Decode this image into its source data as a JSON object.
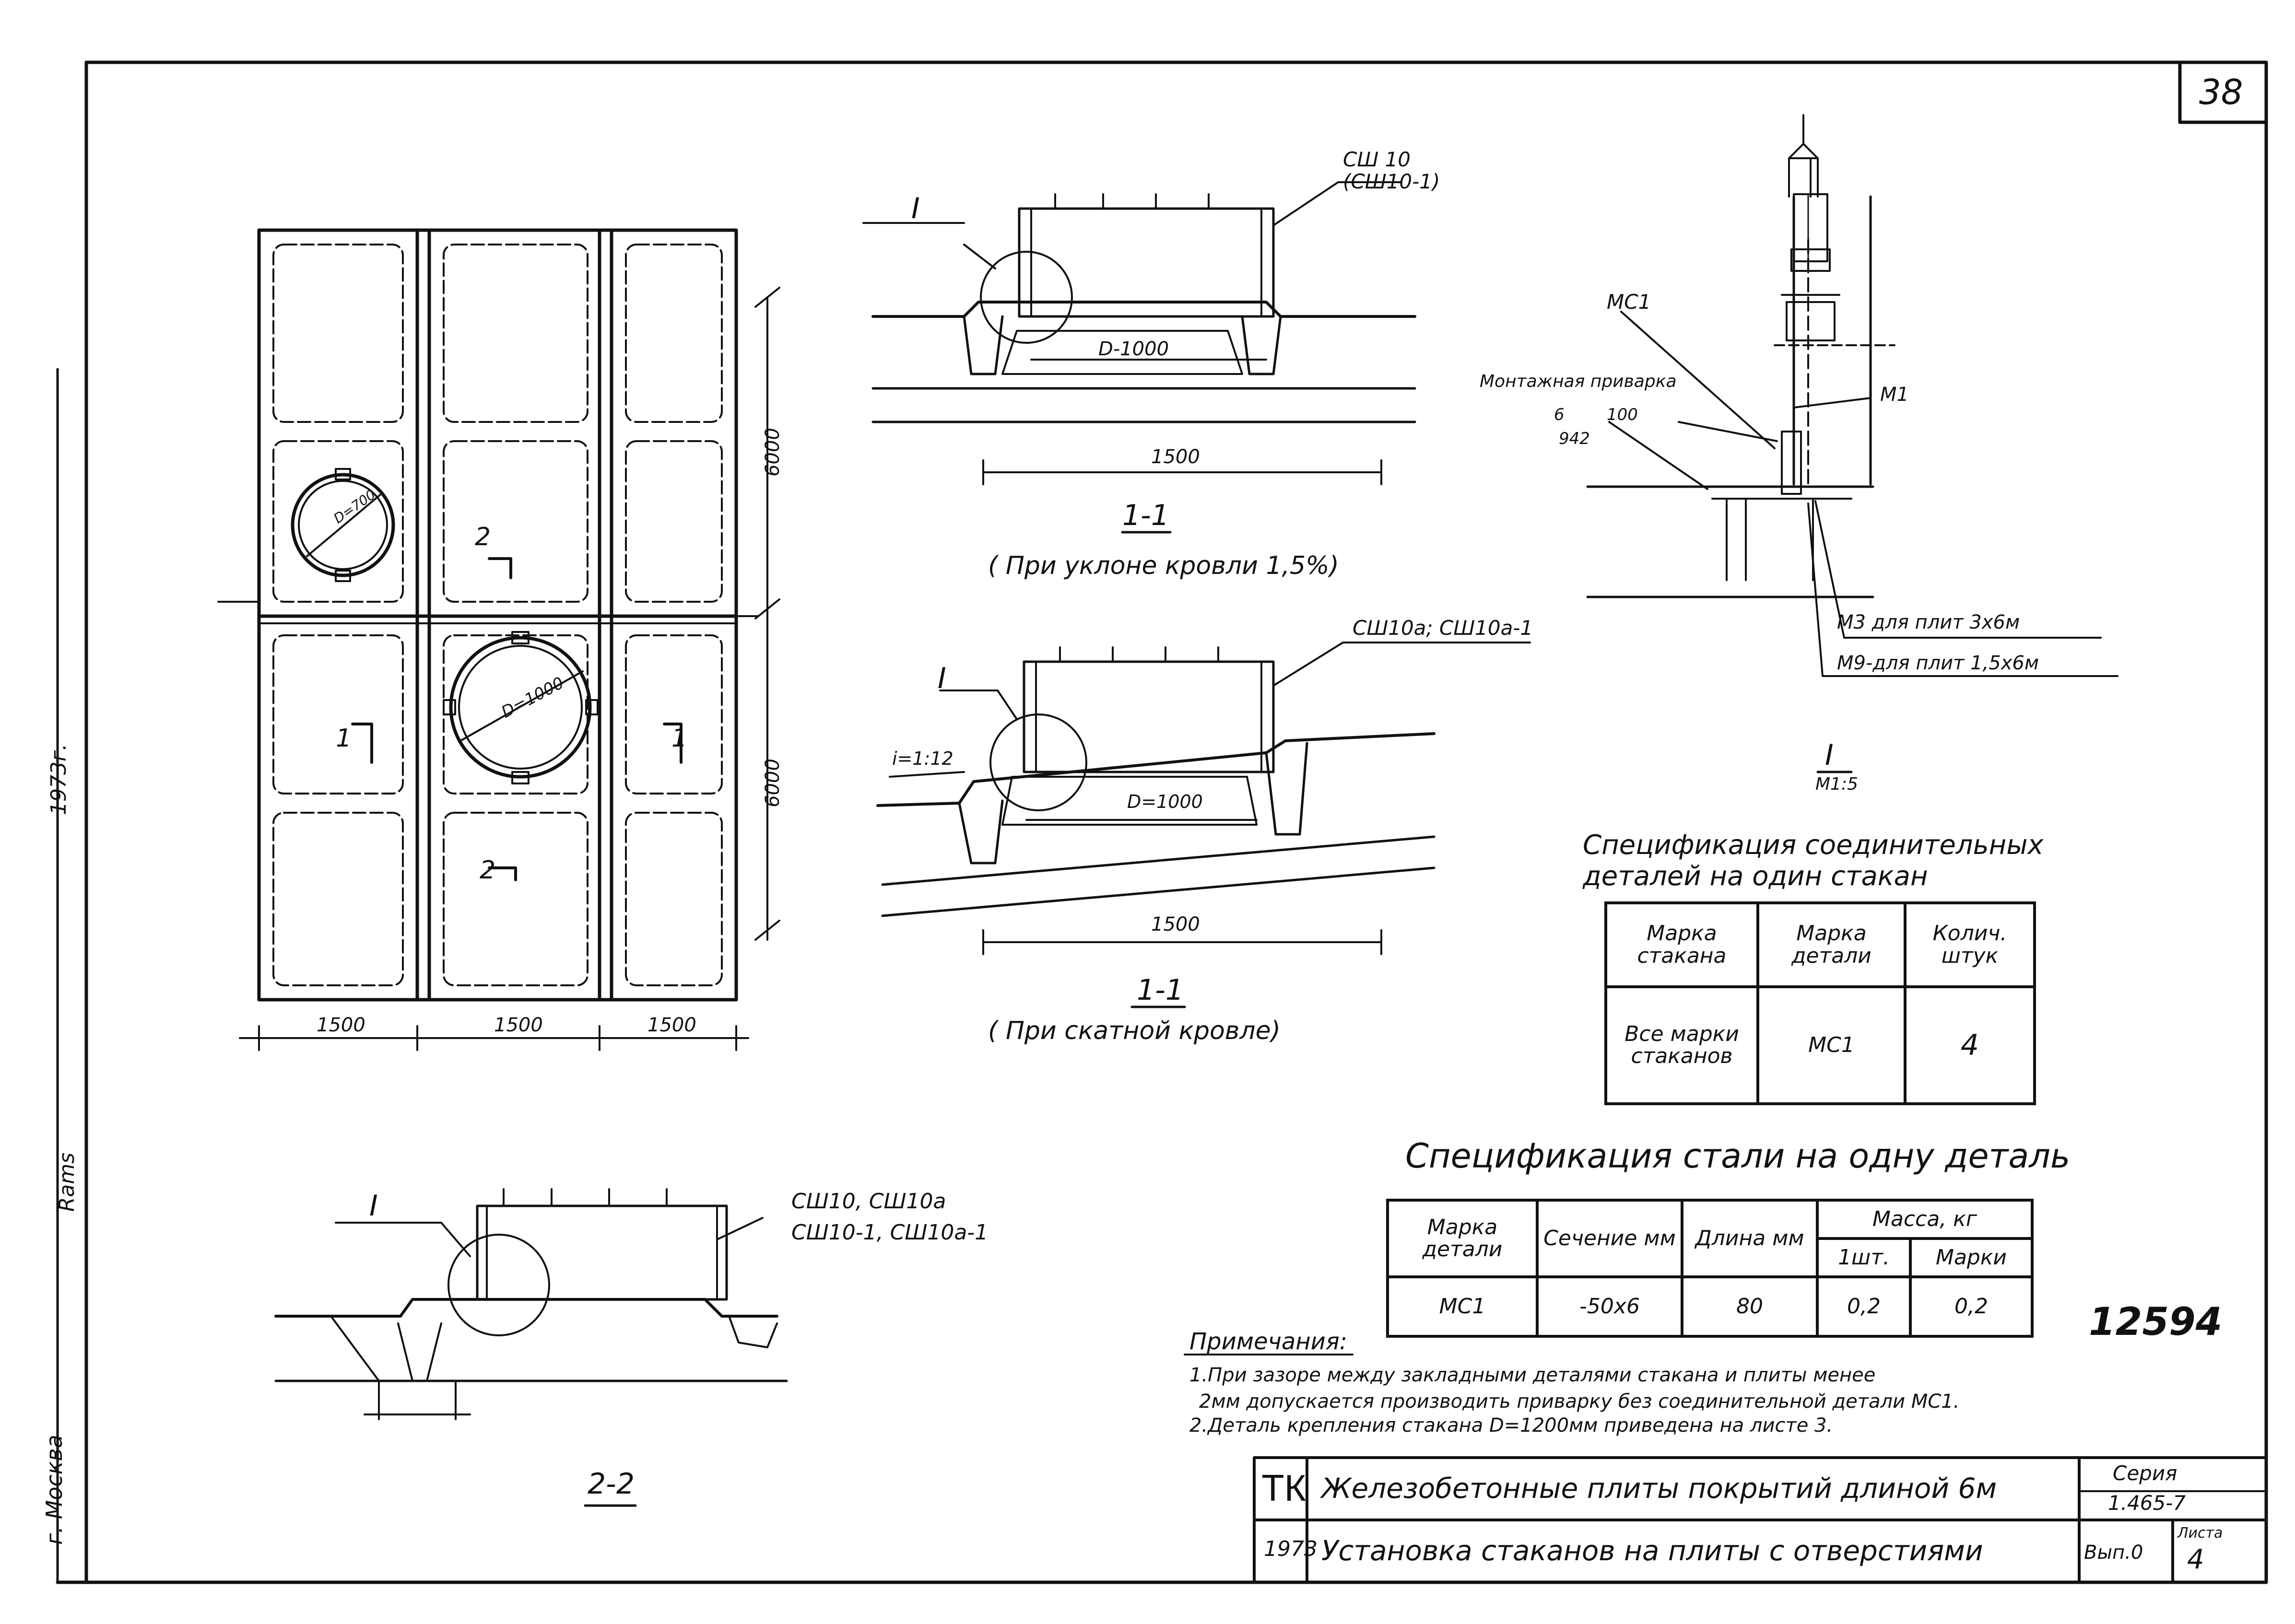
{
  "sheet_corner_number": "38",
  "side_stamp": {
    "city": "г. Москва",
    "label": "Rams",
    "year": "1973г."
  },
  "plan": {
    "dims_bottom": [
      "1500",
      "1500",
      "1500"
    ],
    "dims_right": [
      "6000",
      "6000"
    ],
    "circle_small_label": "D=700",
    "circle_large_label": "D=1000",
    "section_marks": [
      "1",
      "1",
      "2",
      "2"
    ]
  },
  "section_flat": {
    "callout": "I",
    "part_label": "СШ 10\n(СШ10-1)",
    "inner_dim": "D-1000",
    "outer_dim": "1500",
    "title": "1-1",
    "caption": "( При уклоне кровли 1,5%)"
  },
  "section_sloped": {
    "callout": "I",
    "slope": "i=1:12",
    "part_label": "СШ10а; СШ10а-1",
    "inner_dim": "D=1000",
    "outer_dim": "1500",
    "title": "1-1",
    "caption": "( При скатной  кровле)"
  },
  "detail": {
    "mark": "МС1",
    "weld_note": "Монтажная приварка",
    "weld_a": "6",
    "weld_b": "100",
    "weld_c": "942",
    "m1": "М1",
    "m3_note": "М3 для плит 3х6м",
    "m9_note": "М9-для плит 1,5х6м",
    "title": "I",
    "scale": "М1:5"
  },
  "spec_connect": {
    "title_l1": "Спецификация соединительных",
    "title_l2": "деталей на один стакан",
    "headers": [
      "Марка стакана",
      "Марка детали",
      "Колич. штук"
    ],
    "row": [
      "Все марки стаканов",
      "МС1",
      "4"
    ]
  },
  "spec_steel": {
    "title": "Спецификация стали на одну деталь",
    "header_top": [
      "Марка детали",
      "Сечение мм",
      "Длина мм",
      "Масса, кг"
    ],
    "header_sub": [
      "1шт.",
      "Марки"
    ],
    "row": [
      "МС1",
      "-50х6",
      "80",
      "0,2",
      "0,2"
    ]
  },
  "section22": {
    "callout": "I",
    "part_label_l1": "СШ10, СШ10а",
    "part_label_l2": "СШ10-1, СШ10а-1",
    "title": "2-2"
  },
  "notes": {
    "heading": "Примечания:",
    "lines": [
      "1.При зазоре между закладными деталями стакана и плиты менее",
      "2мм допускается производить приварку без соединительной детали МС1.",
      "2.Деталь крепления стакана D=1200мм приведена на листе 3."
    ]
  },
  "inventory_number": "12594",
  "title_block": {
    "org": "ТК",
    "year": "1973",
    "title1": "Железобетонные плиты покрытий длиной 6м",
    "title2": "Установка стаканов на плиты с отверстиями",
    "series_label": "Серия",
    "series_value": "1.465-7",
    "issue": "Вып.0",
    "sheet_label": "Листа",
    "sheet_value": "4"
  }
}
